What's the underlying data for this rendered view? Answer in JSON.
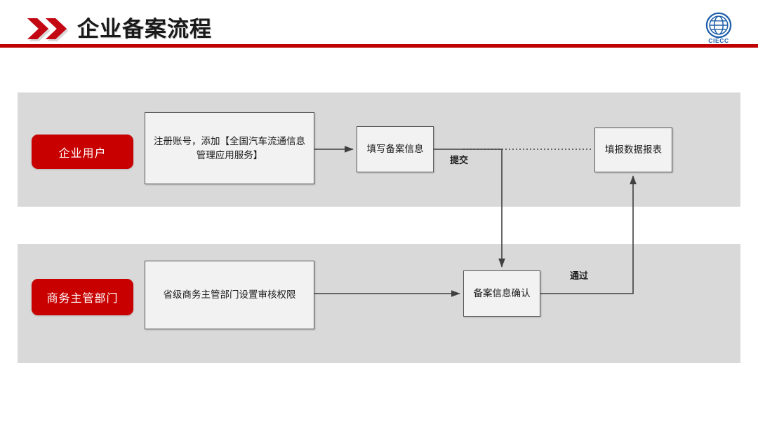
{
  "header": {
    "title": "企业备案流程",
    "chevron_icon": "double-chevron-right-icon",
    "accent_color": "#c00000",
    "logo": {
      "icon": "globe-icon",
      "text": "CIECC",
      "color": "#1f5fa9"
    }
  },
  "diagram": {
    "type": "flowchart",
    "lanes": [
      {
        "id": "enterprise",
        "badge": "企业用户",
        "badge_color": "#c80000"
      },
      {
        "id": "authority",
        "badge": "商务主管部门",
        "badge_color": "#c80000"
      }
    ],
    "nodes": [
      {
        "id": "register",
        "lane": "enterprise",
        "label": "注册账号，添加【全国汽车流通信息管理应用服务】"
      },
      {
        "id": "fill",
        "lane": "enterprise",
        "label": "填写备案信息"
      },
      {
        "id": "report",
        "lane": "enterprise",
        "label": "填报数据报表"
      },
      {
        "id": "setperm",
        "lane": "authority",
        "label": "省级商务主管部门设置审核权限"
      },
      {
        "id": "confirm",
        "lane": "authority",
        "label": "备案信息确认"
      }
    ],
    "edges": [
      {
        "from": "register",
        "to": "fill",
        "label": "",
        "style": "solid"
      },
      {
        "from": "fill",
        "to": "confirm",
        "label": "提交",
        "style": "solid"
      },
      {
        "from": "fill",
        "to": "report",
        "label": "",
        "style": "dotted"
      },
      {
        "from": "setperm",
        "to": "confirm",
        "label": "",
        "style": "solid"
      },
      {
        "from": "confirm",
        "to": "report",
        "label": "通过",
        "style": "solid"
      }
    ],
    "edge_labels": {
      "submit": "提交",
      "pass": "通过"
    },
    "band_color": "#d9d9d9",
    "node_fill": "#f2f2f2",
    "node_border": "#595959"
  }
}
